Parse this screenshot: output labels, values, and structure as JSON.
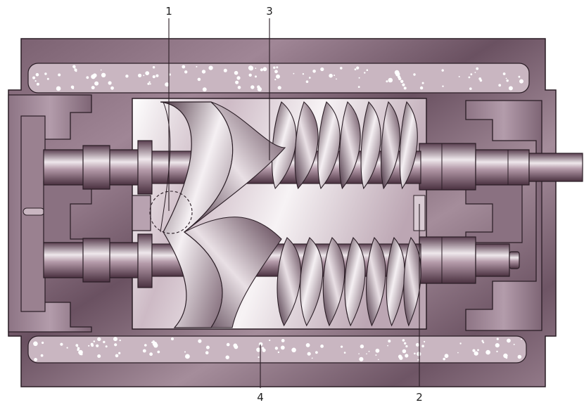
{
  "labels": {
    "one": "1",
    "two": "2",
    "three": "3",
    "four": "4"
  },
  "colors": {
    "casing_dark": "#6b5563",
    "casing_light": "#a88f9d",
    "insulation": "#c9b6c1",
    "metal_dark": "#4e3644",
    "metal_light": "#f3eef1",
    "outline": "#2a1d25"
  }
}
